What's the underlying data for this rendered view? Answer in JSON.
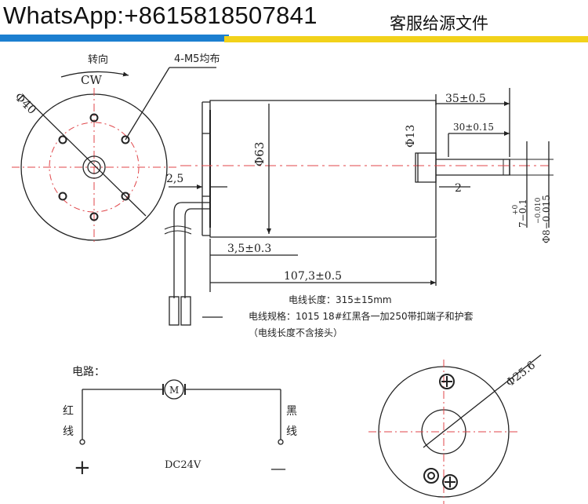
{
  "banner": {
    "whatsapp": "WhatsApp:+8615818507841",
    "service_text": "客服给源文件",
    "colors": {
      "blue": "#1c7fd0",
      "yellow": "#f2d21a",
      "centerline": "#e0464a"
    }
  },
  "front_view": {
    "direction_label": "转向",
    "direction_value": "CW",
    "holes_label": "4-M5均布",
    "diameter_label": "Φ40"
  },
  "side_view": {
    "dim_35": "35±0.5",
    "dim_30": "30±0.15",
    "dim_d13": "Φ13",
    "dim_d63": "Φ63",
    "dim_2_5": "2,5",
    "dim_2": "2",
    "dim_7_top": "+0",
    "dim_7_bot": "7−0.1",
    "dim_8_top": "−0.010",
    "dim_8_bot": "Φ8−0.015",
    "dim_3_5": "3,5±0.3",
    "dim_107_3": "107,3±0.5"
  },
  "notes": {
    "line1": "电线长度：315±15mm",
    "line2": "电线规格：1015 18#红黑各一加250带扣端子和护套",
    "line3": "（电线长度不含接头）"
  },
  "circuit": {
    "title": "电路：",
    "left_label_1": "红",
    "left_label_2": "线",
    "right_label_1": "黑",
    "right_label_2": "线",
    "motor_symbol": "M",
    "plus": "+",
    "minus": "—",
    "voltage": "DC24V"
  },
  "rear_view": {
    "diameter_label": "Φ25.6"
  }
}
